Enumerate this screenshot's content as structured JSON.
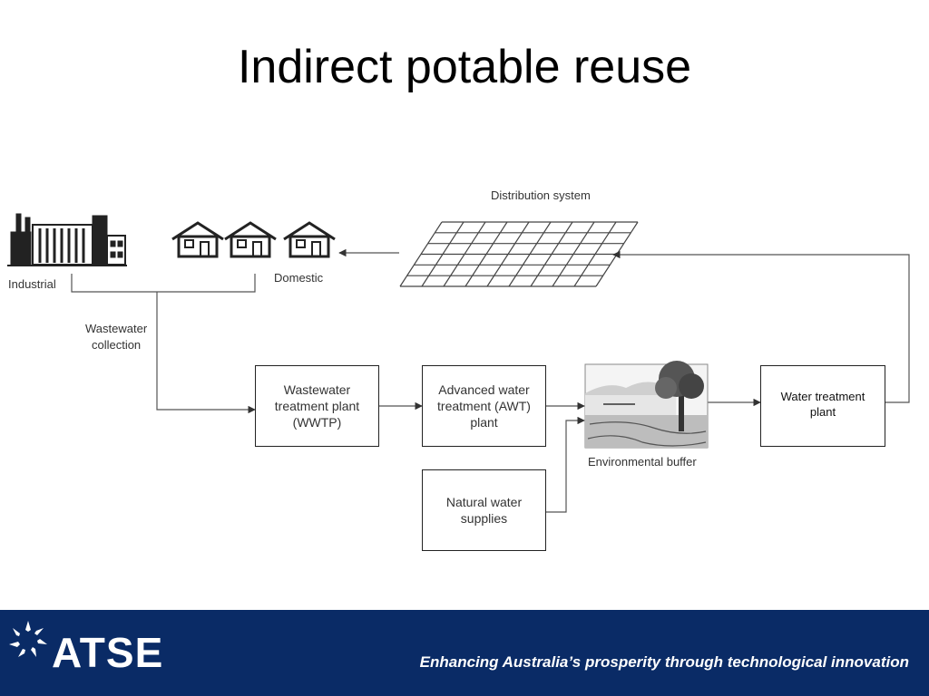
{
  "title": "Indirect potable reuse",
  "diagram": {
    "labels": {
      "distribution": "Distribution system",
      "industrial": "Industrial",
      "domestic": "Domestic",
      "wastewater_collection": "Wastewater\ncollection",
      "environmental_buffer": "Environmental buffer"
    },
    "boxes": {
      "wwtp": "Wastewater\ntreatment plant\n(WWTP)",
      "awt": "Advanced water\ntreatment (AWT)\nplant",
      "natural": "Natural water\nsupplies",
      "wtp": "Water treatment\nplant"
    }
  },
  "footer": {
    "logo": "ATSE",
    "tagline": "Enhancing Australia’s prosperity through technological innovation",
    "color": "#0a2b66"
  }
}
